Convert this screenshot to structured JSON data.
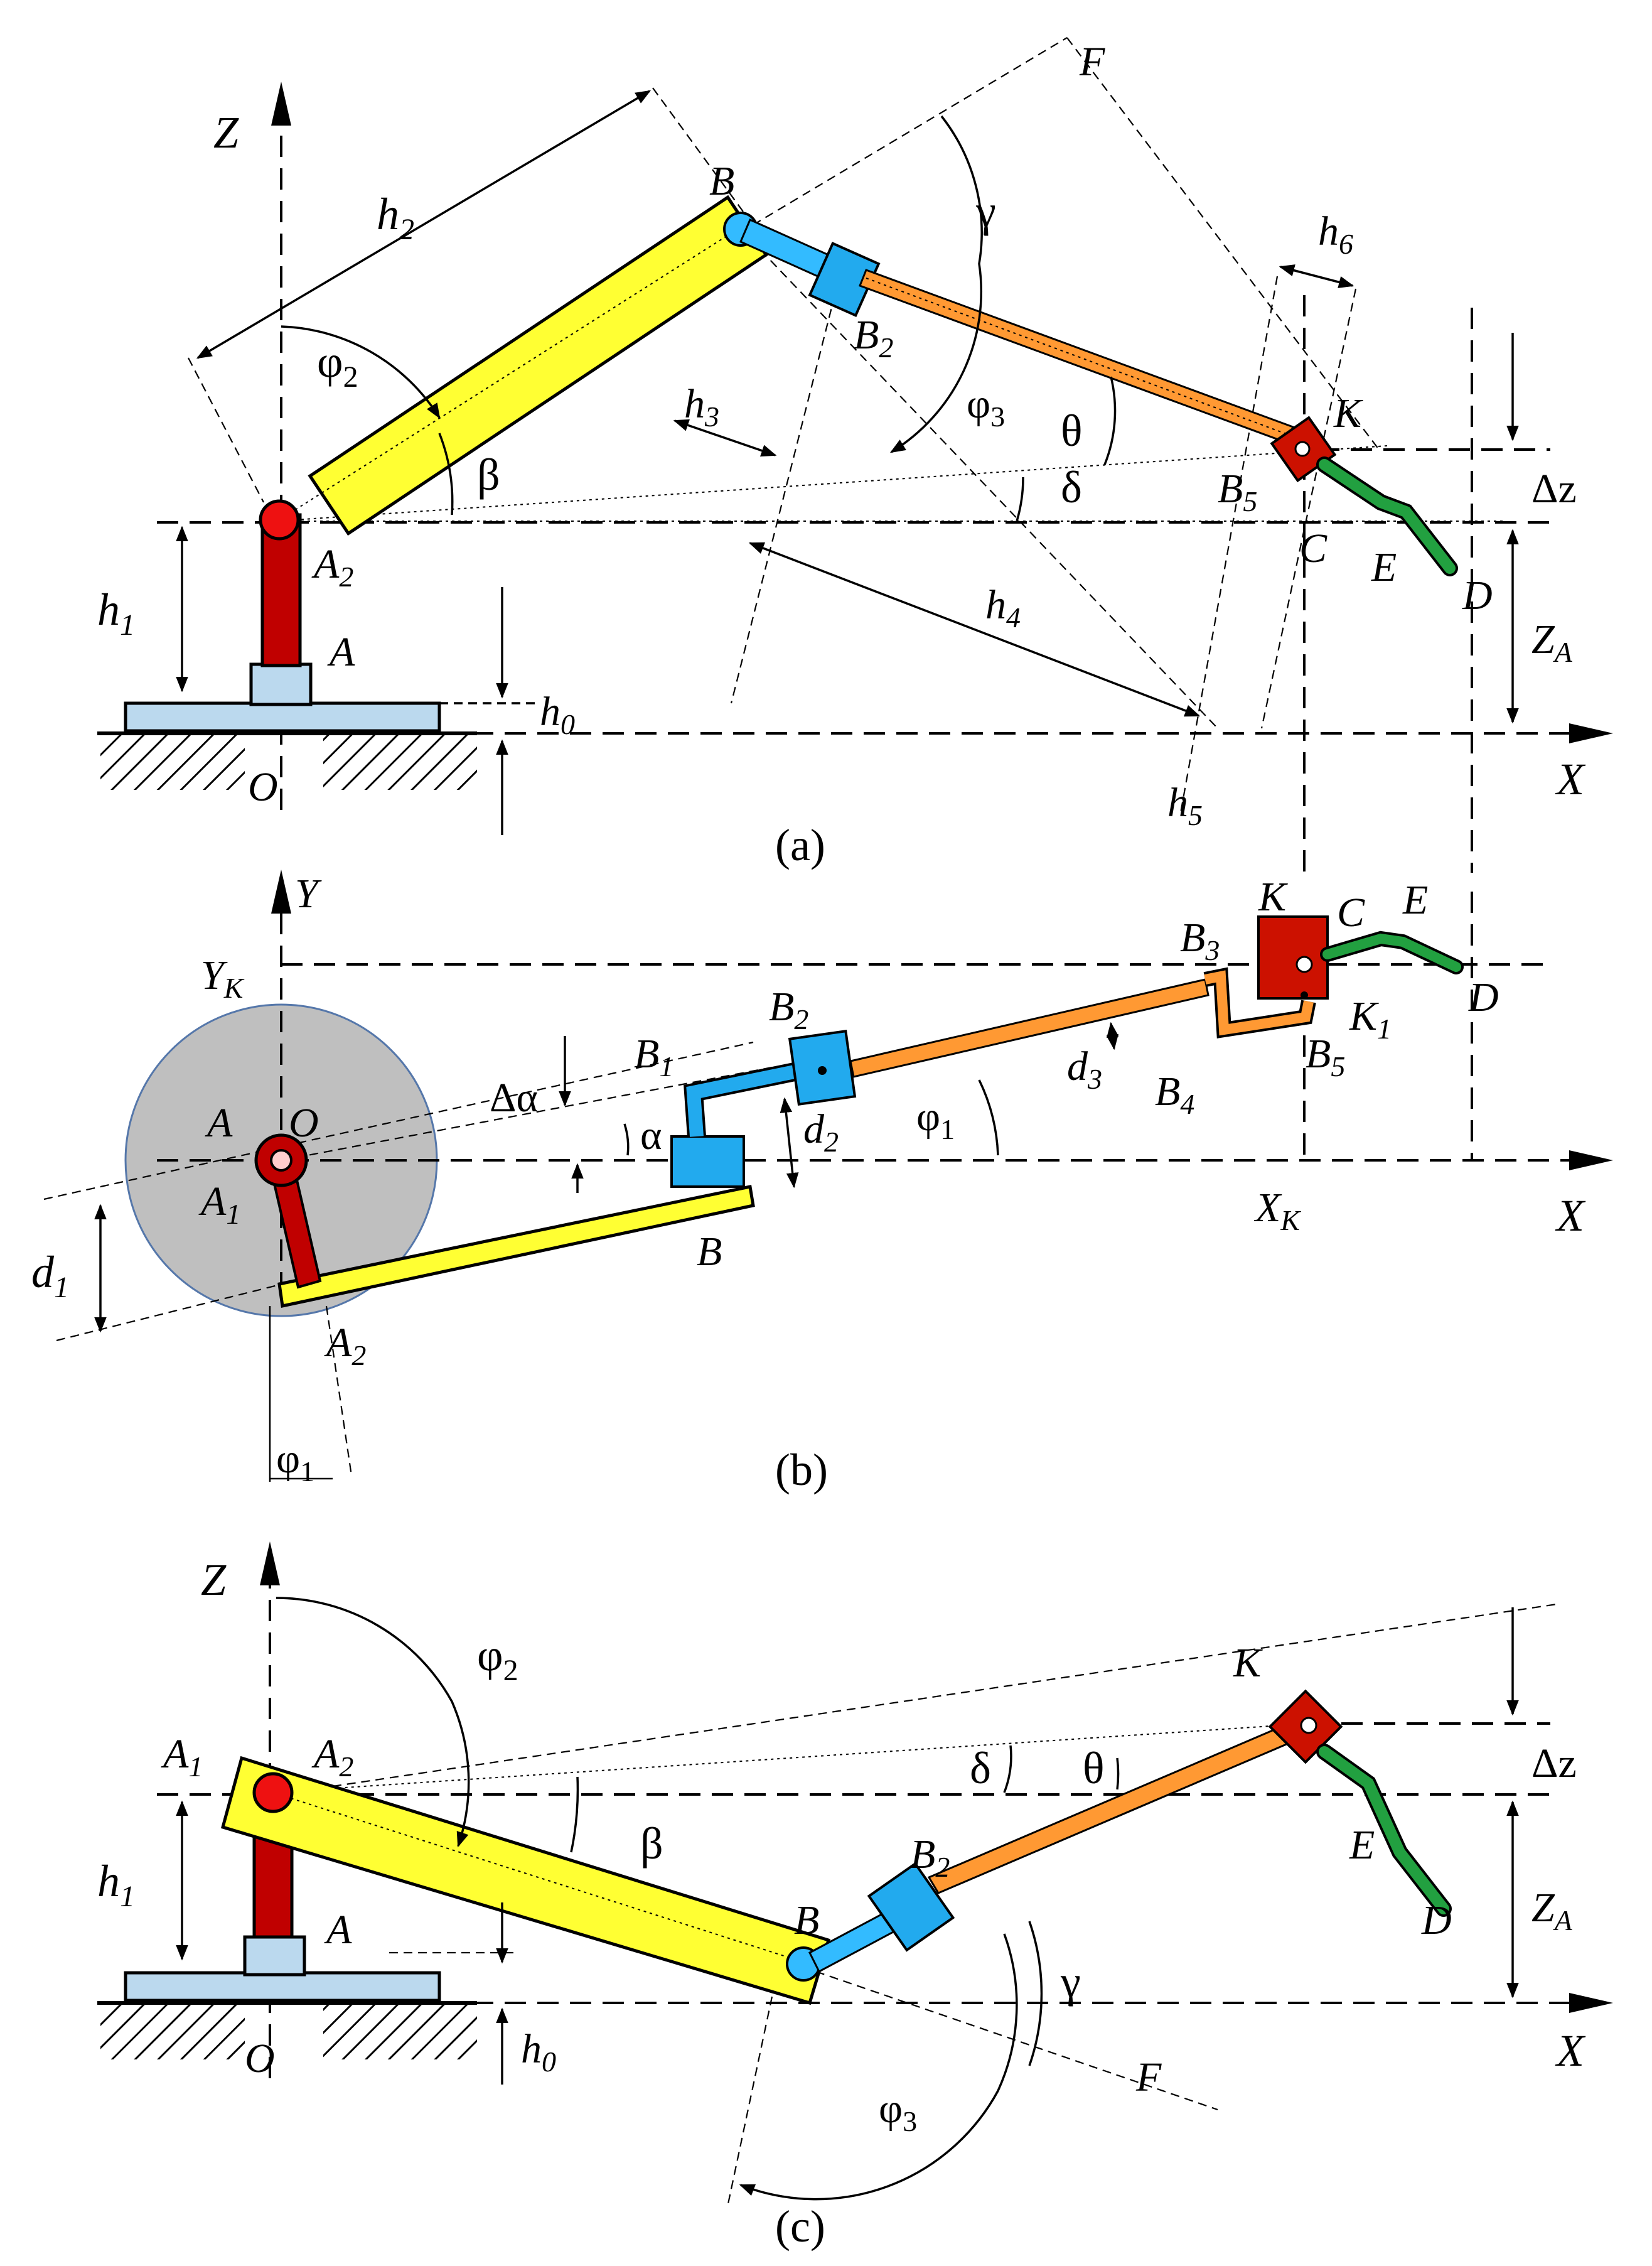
{
  "captions": {
    "a": "(a)",
    "b": "(b)",
    "c": "(c)"
  },
  "colors": {
    "link_yellow": "#ffff33",
    "column_red": "#c00000",
    "rod_orange": "#ff9933",
    "slider_blue": "#22aaee",
    "joint_blue": "#33bbff",
    "base_light": "#bbd9ee",
    "wrist_red": "#cc1100",
    "gripper_green": "#22a040",
    "disk_gray": "#bfbfbf"
  },
  "view_a": {
    "axis_z": "Z",
    "axis_x": "X",
    "O": "O",
    "A": "A",
    "A2": "A",
    "A2_sub": "2",
    "B": "B",
    "B2": "B",
    "B2_sub": "2",
    "B5": "B",
    "B5_sub": "5",
    "K": "K",
    "C": "C",
    "E": "E",
    "D": "D",
    "F": "F",
    "h0": "h",
    "h0_sub": "0",
    "h1": "h",
    "h1_sub": "1",
    "h2": "h",
    "h2_sub": "2",
    "h3": "h",
    "h3_sub": "3",
    "h4": "h",
    "h4_sub": "4",
    "h5": "h",
    "h5_sub": "5",
    "h6": "h",
    "h6_sub": "6",
    "phi2": "φ",
    "phi2_sub": "2",
    "phi3": "φ",
    "phi3_sub": "3",
    "beta": "β",
    "gamma": "γ",
    "theta": "θ",
    "delta": "δ",
    "dz": "Δz",
    "za": "Z",
    "za_sub": "A"
  },
  "view_b": {
    "axis_y": "Y",
    "axis_x": "X",
    "yk": "Y",
    "yk_sub": "K",
    "xk": "X",
    "xk_sub": "K",
    "A": "A",
    "O": "O",
    "A1": "A",
    "A1_sub": "1",
    "A2": "A",
    "A2_sub": "2",
    "B": "B",
    "B1": "B",
    "B1_sub": "1",
    "B2": "B",
    "B2_sub": "2",
    "B3": "B",
    "B3_sub": "3",
    "B4": "B",
    "B4_sub": "4",
    "B5": "B",
    "B5_sub": "5",
    "K": "K",
    "K1": "K",
    "K1_sub": "1",
    "C": "C",
    "E": "E",
    "D": "D",
    "d1": "d",
    "d1_sub": "1",
    "d2": "d",
    "d2_sub": "2",
    "d3": "d",
    "d3_sub": "3",
    "dalpha": "Δα",
    "alpha": "α",
    "phi1": "φ",
    "phi1_sub": "1",
    "phi1b": "φ",
    "phi1b_sub": "1"
  },
  "view_c": {
    "axis_z": "Z",
    "axis_x": "X",
    "O": "O",
    "A": "A",
    "A1": "A",
    "A1_sub": "1",
    "A2": "A",
    "A2_sub": "2",
    "B": "B",
    "B2": "B",
    "B2_sub": "2",
    "K": "K",
    "E": "E",
    "D": "D",
    "F": "F",
    "h0": "h",
    "h0_sub": "0",
    "h1": "h",
    "h1_sub": "1",
    "phi2": "φ",
    "phi2_sub": "2",
    "phi3": "φ",
    "phi3_sub": "3",
    "beta": "β",
    "gamma": "γ",
    "theta": "θ",
    "delta": "δ",
    "dz": "Δz",
    "za": "Z",
    "za_sub": "A"
  }
}
